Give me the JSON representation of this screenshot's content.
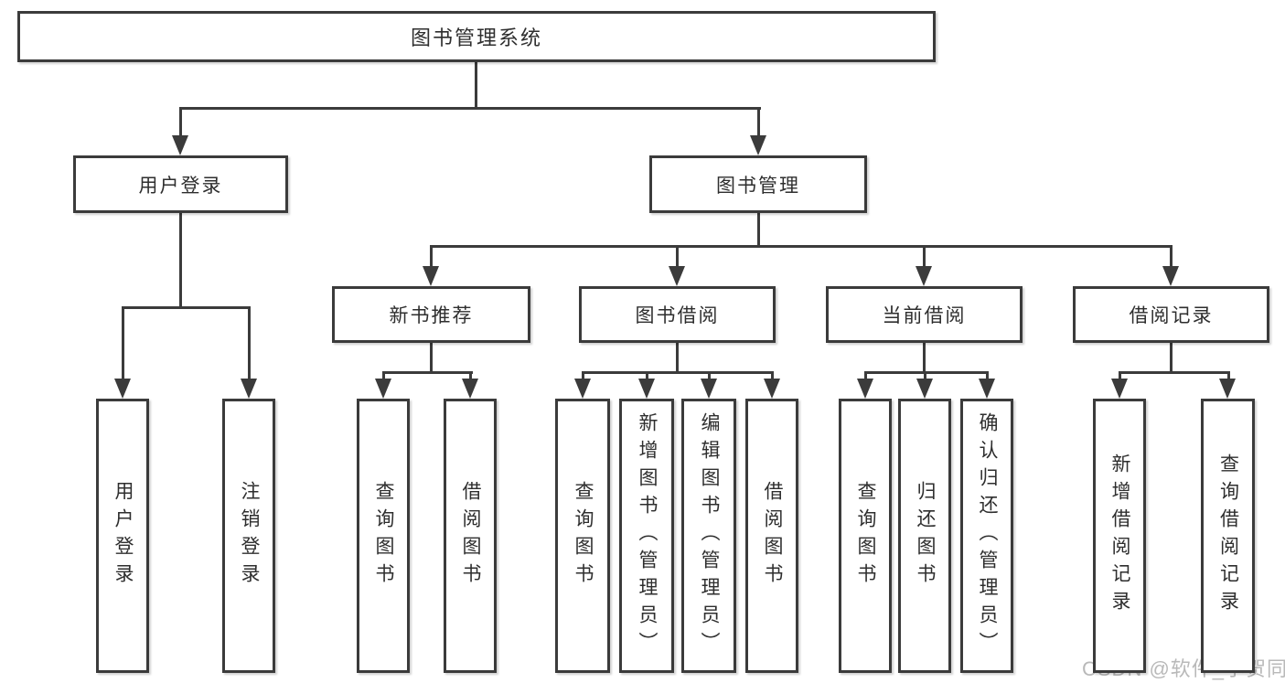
{
  "colors": {
    "line": "#3b3b3b",
    "text": "#2e2e2e",
    "background": "#ffffff",
    "watermark": "#b9b9b9"
  },
  "watermark": "CSDN @软件_小贺同学",
  "tree": {
    "label": "图书管理系统",
    "children": [
      {
        "label": "用户登录",
        "children": [
          {
            "label": "用户登录"
          },
          {
            "label": "注销登录"
          }
        ]
      },
      {
        "label": "图书管理",
        "children": [
          {
            "label": "新书推荐",
            "children": [
              {
                "label": "查询图书"
              },
              {
                "label": "借阅图书"
              }
            ]
          },
          {
            "label": "图书借阅",
            "children": [
              {
                "label": "查询图书"
              },
              {
                "label": "新增图书（管理员）"
              },
              {
                "label": "编辑图书（管理员）"
              },
              {
                "label": "借阅图书"
              }
            ]
          },
          {
            "label": "当前借阅",
            "children": [
              {
                "label": "查询图书"
              },
              {
                "label": "归还图书"
              },
              {
                "label": "确认归还（管理员）"
              }
            ]
          },
          {
            "label": "借阅记录",
            "children": [
              {
                "label": "新增借阅记录"
              },
              {
                "label": "查询借阅记录"
              }
            ]
          }
        ]
      }
    ]
  }
}
